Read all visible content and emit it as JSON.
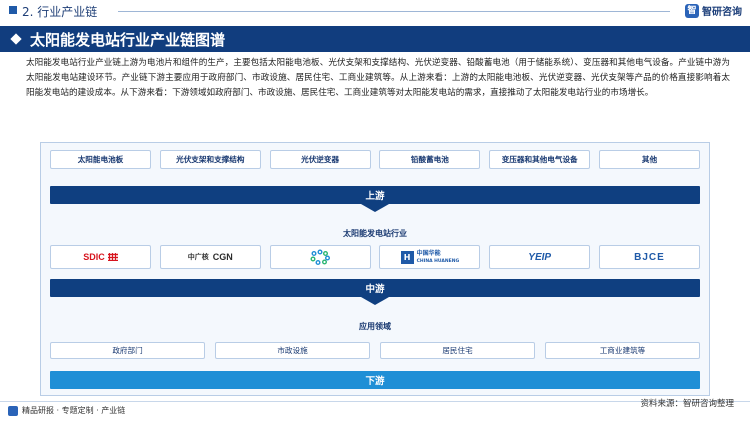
{
  "header": {
    "section_label": "2. 行业产业链",
    "brand_name": "智研咨询",
    "brand_mark": "智"
  },
  "title": "太阳能发电站行业产业链图谱",
  "paragraph": "太阳能发电站行业产业链上游为电池片和组件的生产，主要包括太阳能电池板、光伏支架和支撑结构、光伏逆变器、铅酸蓄电池（用于储能系统）、变压器和其他电气设备。产业链中游为太阳能发电站建设环节。产业链下游主要应用于政府部门、市政设施、居民住宅、工商业建筑等。从上游来看：上游的太阳能电池板、光伏逆变器、光伏支架等产品的价格直接影响着太阳能发电站的建设成本。从下游来看：下游领域如政府部门、市政设施、居民住宅、工商业建筑等对太阳能发电站的需求，直接推动了太阳能发电站行业的市场增长。",
  "upstream": {
    "items": [
      "太阳能电池板",
      "光伏支架和支撑结构",
      "光伏逆变器",
      "铅酸蓄电池",
      "变压器和其他电气设备",
      "其他"
    ],
    "band_label": "上游"
  },
  "midstream": {
    "label": "太阳能发电站行业",
    "logos": {
      "sdic": "SDIC",
      "cgn_cn": "中广核",
      "cgn_en": "CGN",
      "huaneng_mark": "H",
      "huaneng_cn": "中国华能",
      "huaneng_en": "CHINA HUANENG",
      "yeip": "YEIP",
      "bjce": "BJCE"
    },
    "band_label": "中游"
  },
  "downstream": {
    "label": "应用领域",
    "items": [
      "政府部门",
      "市政设施",
      "居民住宅",
      "工商业建筑等"
    ],
    "band_label": "下游"
  },
  "footer": {
    "left": "精品研报 · 专题定制 · 产业链",
    "source": "资料来源：智研咨询整理"
  },
  "colors": {
    "navy": "#113d7e",
    "light_blue": "#1f8fd6",
    "panel_bg": "#f4f8fd"
  }
}
